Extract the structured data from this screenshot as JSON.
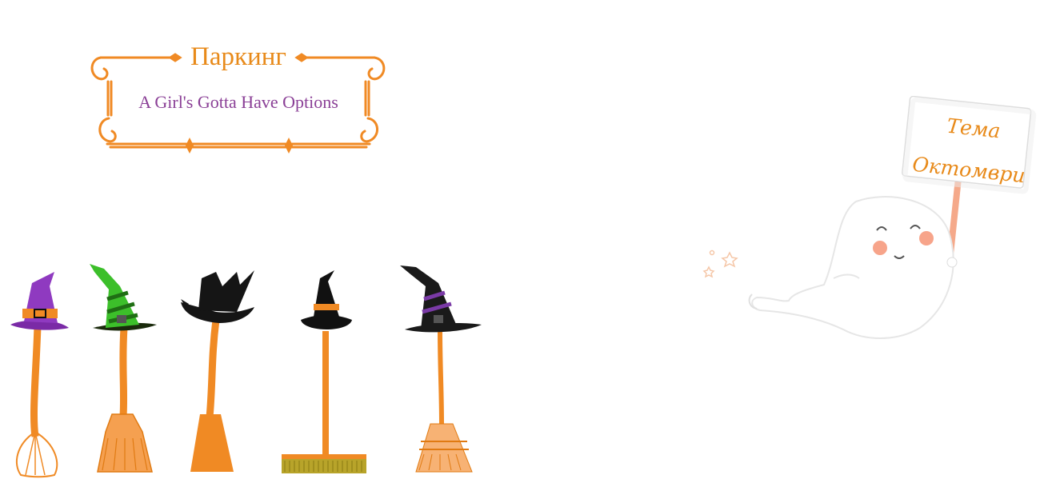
{
  "header_sign": {
    "title": "Паркинг",
    "subtitle": "A Girl's Gotta Have Options"
  },
  "ghost_sign": {
    "line1": "Тема",
    "line2": "Октомври"
  },
  "colors": {
    "orange": "#f08a24",
    "purple": "#8a3f96",
    "green": "#3cbf2a",
    "black": "#111111"
  },
  "brooms": [
    {
      "hat": "purple-witch-hat",
      "broom": "whisk-broom"
    },
    {
      "hat": "green-witch-hat",
      "broom": "straw-broom"
    },
    {
      "hat": "black-bent-witch-hat",
      "broom": "fan-broom"
    },
    {
      "hat": "black-witch-hat",
      "broom": "push-broom"
    },
    {
      "hat": "black-purple-witch-hat",
      "broom": "corn-broom"
    }
  ]
}
